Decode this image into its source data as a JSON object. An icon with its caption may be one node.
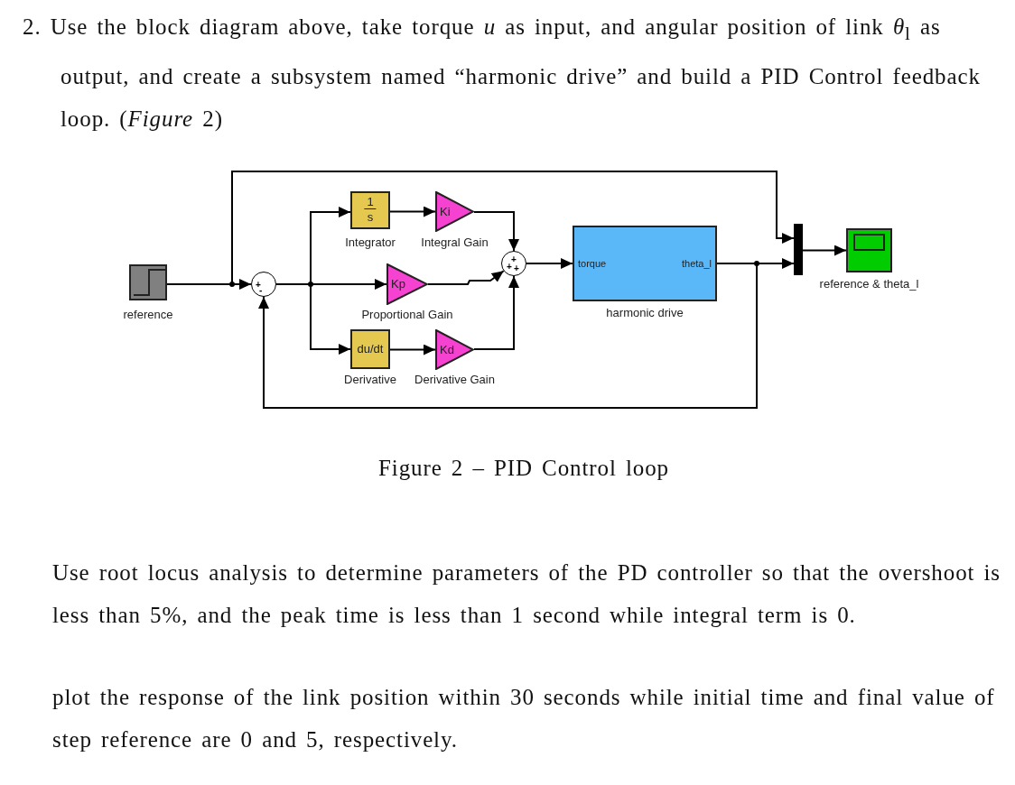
{
  "diagram": {
    "caption": "Figure 2 – PID Control loop",
    "nodes": [
      {
        "text": [
          "reference"
        ]
      },
      {
        "text": [
          "+",
          "-"
        ]
      },
      {
        "text": [
          "1",
          "s",
          "Integrator"
        ]
      },
      {
        "text": [
          "Ki",
          "Integral Gain"
        ]
      },
      {
        "text": [
          "Kp",
          "Proportional Gain"
        ]
      },
      {
        "text": [
          "du/dt",
          "Derivative"
        ]
      },
      {
        "text": [
          "Kd",
          "Derivative Gain"
        ]
      },
      {
        "text": [
          "+",
          "+",
          "+"
        ]
      },
      {
        "text": [
          "torque",
          "theta_l",
          "harmonic drive"
        ]
      },
      {
        "text": [],
        "shape": "bar"
      },
      {
        "text": [
          "reference & theta_l"
        ]
      }
    ],
    "edges": [
      {
        "from": 0,
        "to": 1,
        "arrow": "to"
      },
      {
        "from": 0,
        "to": 9,
        "arrow": "to"
      },
      {
        "from": 1,
        "to": 2,
        "arrow": "to"
      },
      {
        "from": 1,
        "to": 4,
        "arrow": "to"
      },
      {
        "from": 1,
        "to": 5,
        "arrow": "to"
      },
      {
        "from": 2,
        "to": 3,
        "arrow": "to"
      },
      {
        "from": 3,
        "to": 7,
        "arrow": "to"
      },
      {
        "from": 4,
        "to": 7,
        "arrow": "to"
      },
      {
        "from": 5,
        "to": 6,
        "arrow": "to"
      },
      {
        "from": 6,
        "to": 7,
        "arrow": "to"
      },
      {
        "from": 7,
        "to": 8,
        "arrow": "to"
      },
      {
        "from": 8,
        "to": 9,
        "arrow": "to"
      },
      {
        "from": 8,
        "to": 1,
        "arrow": "to"
      },
      {
        "from": 9,
        "to": 10,
        "arrow": "to"
      }
    ],
    "labels": [
      "2. Use the block diagram above, take torque *u* as input, and angular position of link *θ*$_{l}$ as output, and create a subsystem named “harmonic drive” and build a PID Control feedback loop. (*Figure* 2)",
      "Use root locus analysis to determine parameters of the PD controller so that the overshoot is less than 5%, and the peak time is less than 1 second while integral term is 0.",
      "plot the response of the link position within 30 seconds while initial time and final value of step reference are 0 and 5, respectively."
    ]
  }
}
